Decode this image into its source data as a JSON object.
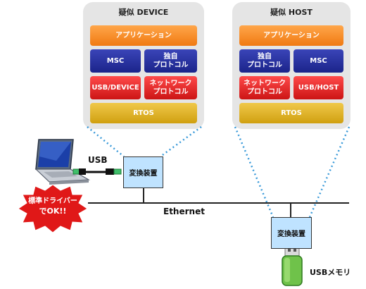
{
  "device_panel": {
    "title": "疑似 DEVICE",
    "app": "アプリケーション",
    "msc": "MSC",
    "proto1": "独自\nプロトコル",
    "usb": "USB/DEVICE",
    "proto2": "ネットワーク\nプロトコル",
    "rtos": "RTOS"
  },
  "host_panel": {
    "title": "疑似 HOST",
    "app": "アプリケーション",
    "proto1": "独自\nプロトコル",
    "msc": "MSC",
    "proto2": "ネットワーク\nプロトコル",
    "usb": "USB/HOST",
    "rtos": "RTOS"
  },
  "converter_left": "変換装置",
  "converter_right": "変換装置",
  "usb_label": "USB",
  "ethernet_label": "Ethernet",
  "usb_memory_label": "USBメモリ",
  "badge": {
    "line1": "標準ドライバー",
    "line2": "でOK!!"
  },
  "colors": {
    "orange": "#f07a12",
    "blue": "#1b248a",
    "red": "#cc1515",
    "gold": "#d0a010",
    "converter": "#bfe3ff",
    "panel": "#e5e5e5",
    "badge": "#e01818"
  }
}
